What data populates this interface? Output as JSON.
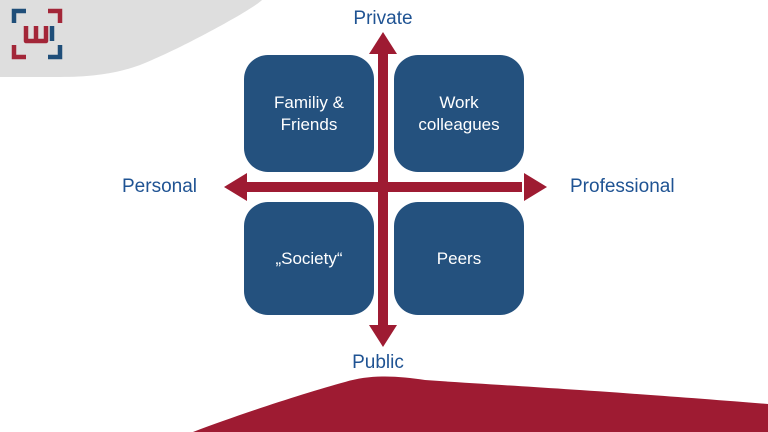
{
  "colors": {
    "quadrant_blue": "#24517E",
    "arrow_red": "#9E1B32",
    "wave_red": "#9E1B32",
    "label_blue": "#1F5393",
    "corner_gray": "#DEDEDE",
    "logo_red": "#A32638",
    "logo_blue": "#1F4E79"
  },
  "branding": {
    "logo": "wi-logo"
  },
  "axes": {
    "top": "Private",
    "bottom": "Public",
    "left": "Personal",
    "right": "Professional"
  },
  "quadrants": {
    "top_left": "Familiy &\nFriends",
    "top_right": "Work\ncolleagues",
    "bottom_left": "„Society“",
    "bottom_right": "Peers"
  }
}
